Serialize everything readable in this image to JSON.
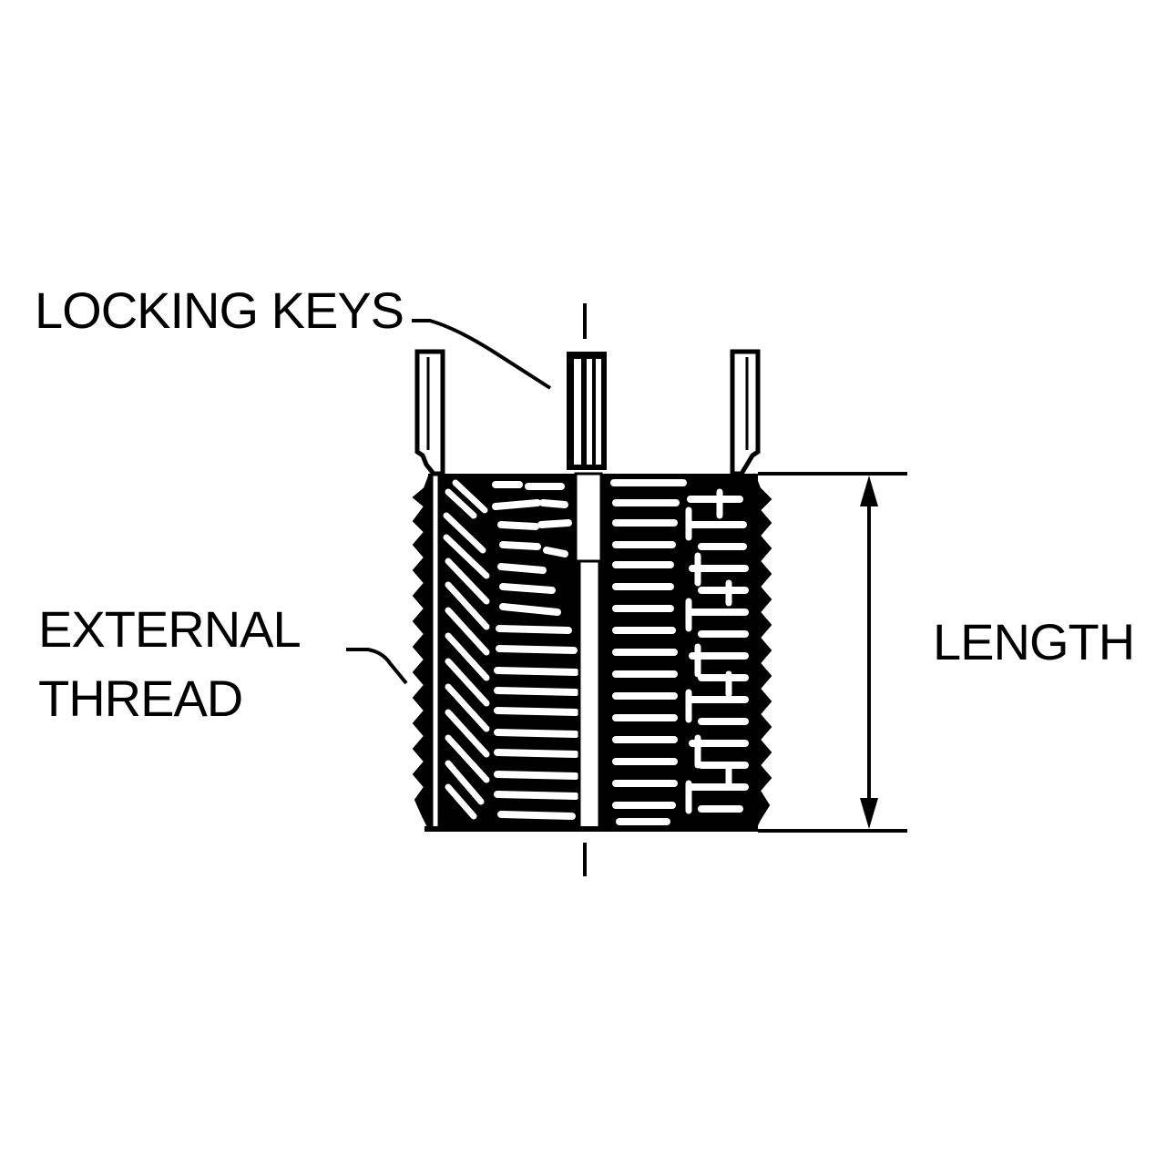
{
  "labels": {
    "locking_keys": "LOCKING KEYS",
    "external_thread_line1": "EXTERNAL",
    "external_thread_line2": "THREAD",
    "length": "LENGTH"
  },
  "colors": {
    "ink": "#000000",
    "paper": "#ffffff"
  }
}
